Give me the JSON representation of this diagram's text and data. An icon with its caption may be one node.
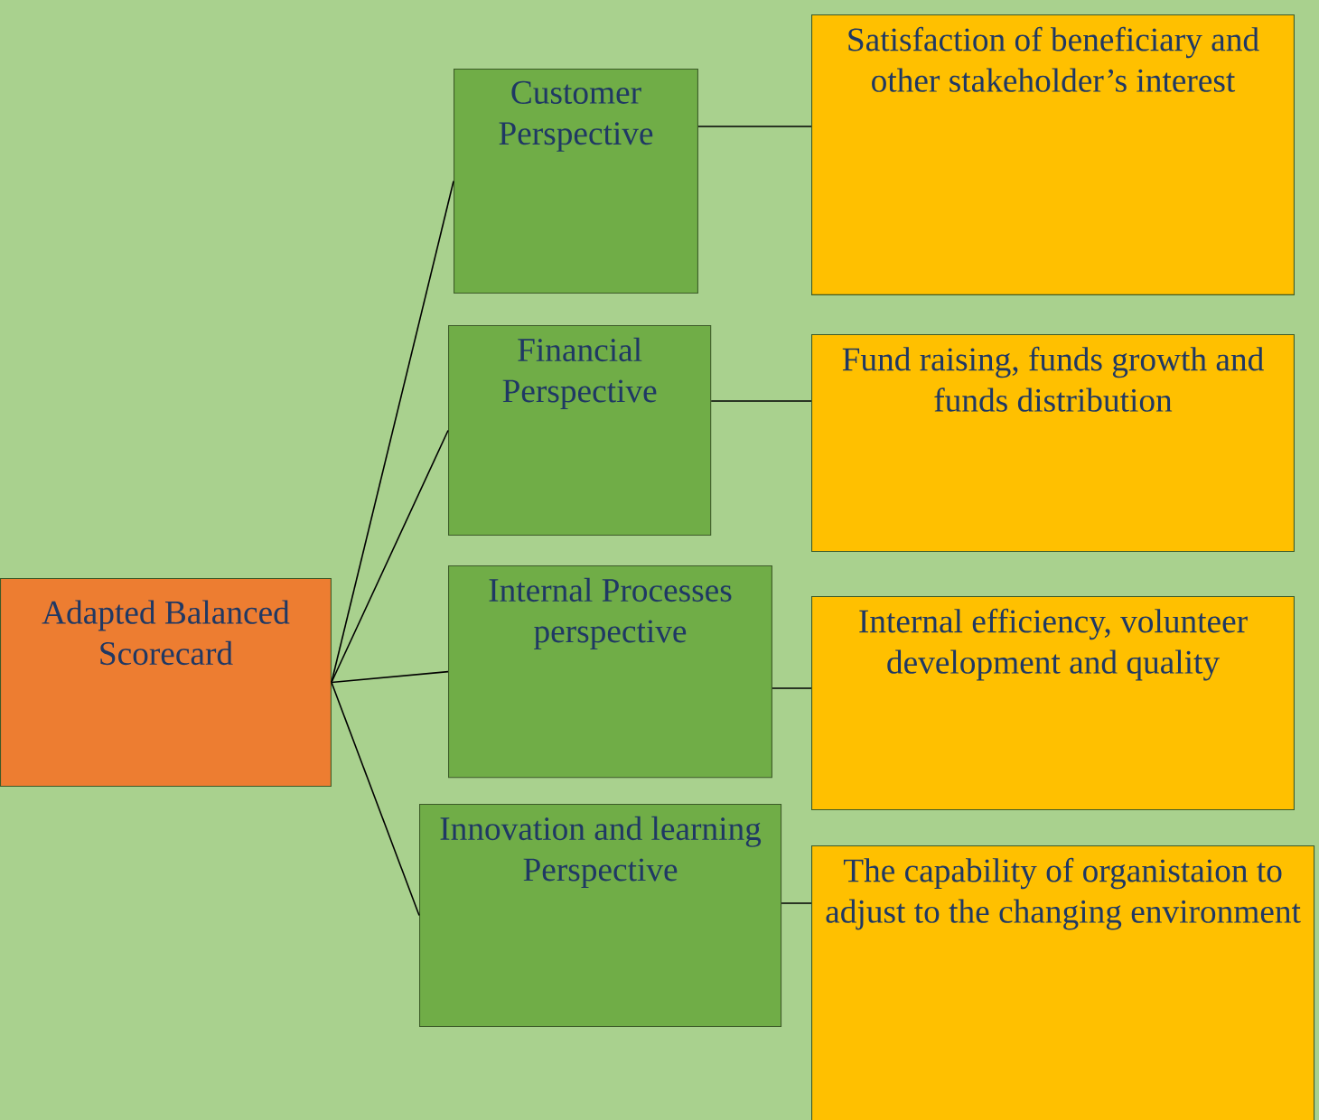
{
  "diagram": {
    "nodes": [
      {
        "text": [
          "Adapted Balanced Scorecard"
        ]
      },
      {
        "text": [
          "Customer Perspective"
        ]
      },
      {
        "text": [
          "Financial Perspective"
        ]
      },
      {
        "text": [
          "Internal Processes perspective"
        ]
      },
      {
        "text": [
          "Innovation and learning Perspective"
        ]
      },
      {
        "text": [
          "Satisfaction of beneficiary and other stakeholder’s interest"
        ]
      },
      {
        "text": [
          "Fund raising, funds growth and funds distribution"
        ]
      },
      {
        "text": [
          "Internal efficiency, volunteer development and quality"
        ]
      },
      {
        "text": [
          "The capability of organistaion to adjust to the changing environment"
        ]
      }
    ],
    "edges": [
      {
        "from": 0,
        "to": 1,
        "arrow": "none"
      },
      {
        "from": 0,
        "to": 2,
        "arrow": "none"
      },
      {
        "from": 0,
        "to": 3,
        "arrow": "none"
      },
      {
        "from": 0,
        "to": 4,
        "arrow": "none"
      },
      {
        "from": 1,
        "to": 5,
        "arrow": "none"
      },
      {
        "from": 2,
        "to": 6,
        "arrow": "none"
      },
      {
        "from": 3,
        "to": 7,
        "arrow": "none"
      },
      {
        "from": 4,
        "to": 8,
        "arrow": "none"
      }
    ]
  }
}
